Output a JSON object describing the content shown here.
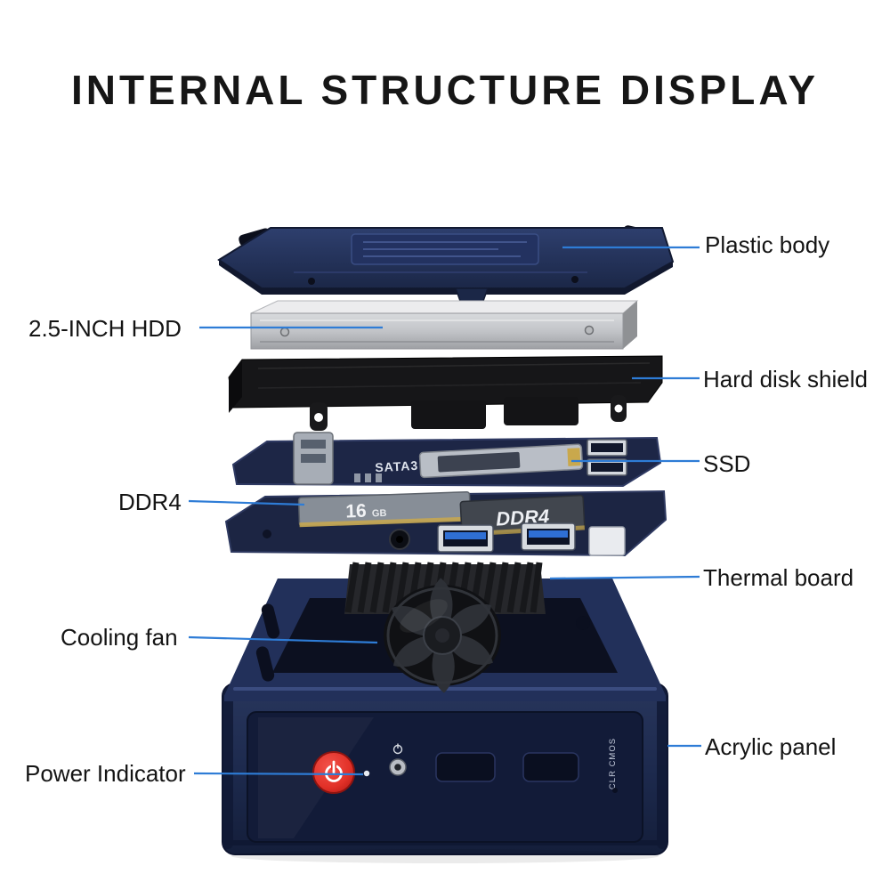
{
  "page": {
    "title": "INTERNAL STRUCTURE DISPLAY"
  },
  "callouts": {
    "plastic_body": "Plastic body",
    "hdd": "2.5-INCH HDD",
    "hard_disk_shield": "Hard disk shield",
    "ssd": "SSD",
    "ddr4": "DDR4",
    "thermal_board": "Thermal board",
    "cooling_fan": "Cooling fan",
    "acrylic_panel": "Acrylic panel",
    "power_indicator": "Power Indicator"
  },
  "markings": {
    "ssd_slot": "SATA3",
    "ram_capacity": "16",
    "ram_unit": "GB",
    "ram_type": "DDR4",
    "front_panel": "CLR CMOS"
  },
  "colors": {
    "callout_line": "#2e7cd6",
    "case_navy": "#1f2c52",
    "power_button_red": "#e23128",
    "hdd_silver": "#c9cbce",
    "title_text": "#161616"
  }
}
